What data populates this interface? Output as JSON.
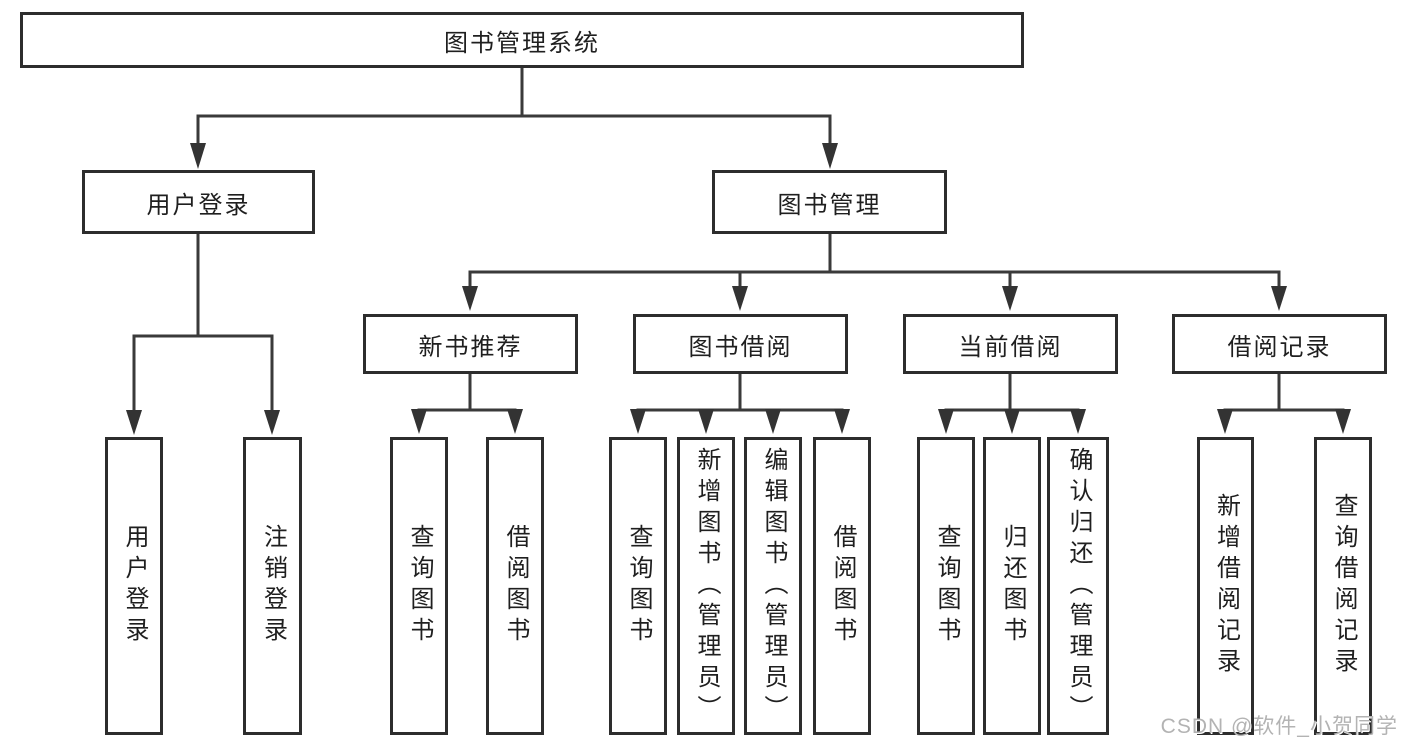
{
  "tree": {
    "label": "图书管理系统",
    "children": [
      {
        "label": "用户登录",
        "children": [
          {
            "label": "用户登录"
          },
          {
            "label": "注销登录"
          }
        ]
      },
      {
        "label": "图书管理",
        "children": [
          {
            "label": "新书推荐",
            "children": [
              {
                "label": "查询图书"
              },
              {
                "label": "借阅图书"
              }
            ]
          },
          {
            "label": "图书借阅",
            "children": [
              {
                "label": "查询图书"
              },
              {
                "label": "新增图书（管理员）"
              },
              {
                "label": "编辑图书（管理员）"
              },
              {
                "label": "借阅图书"
              }
            ]
          },
          {
            "label": "当前借阅",
            "children": [
              {
                "label": "查询图书"
              },
              {
                "label": "归还图书"
              },
              {
                "label": "确认归还（管理员）"
              }
            ]
          },
          {
            "label": "借阅记录",
            "children": [
              {
                "label": "新增借阅记录"
              },
              {
                "label": "查询借阅记录"
              }
            ]
          }
        ]
      }
    ]
  },
  "watermark": {
    "text": "CSDN @软件_小贺同学",
    "color": "#b3b3b3"
  },
  "colors": {
    "background": "#ffffff",
    "box_fill": "#ffffff",
    "box_border": "#2d2d2d",
    "line": "#3a3a3a",
    "text": "#1f1f1f"
  }
}
